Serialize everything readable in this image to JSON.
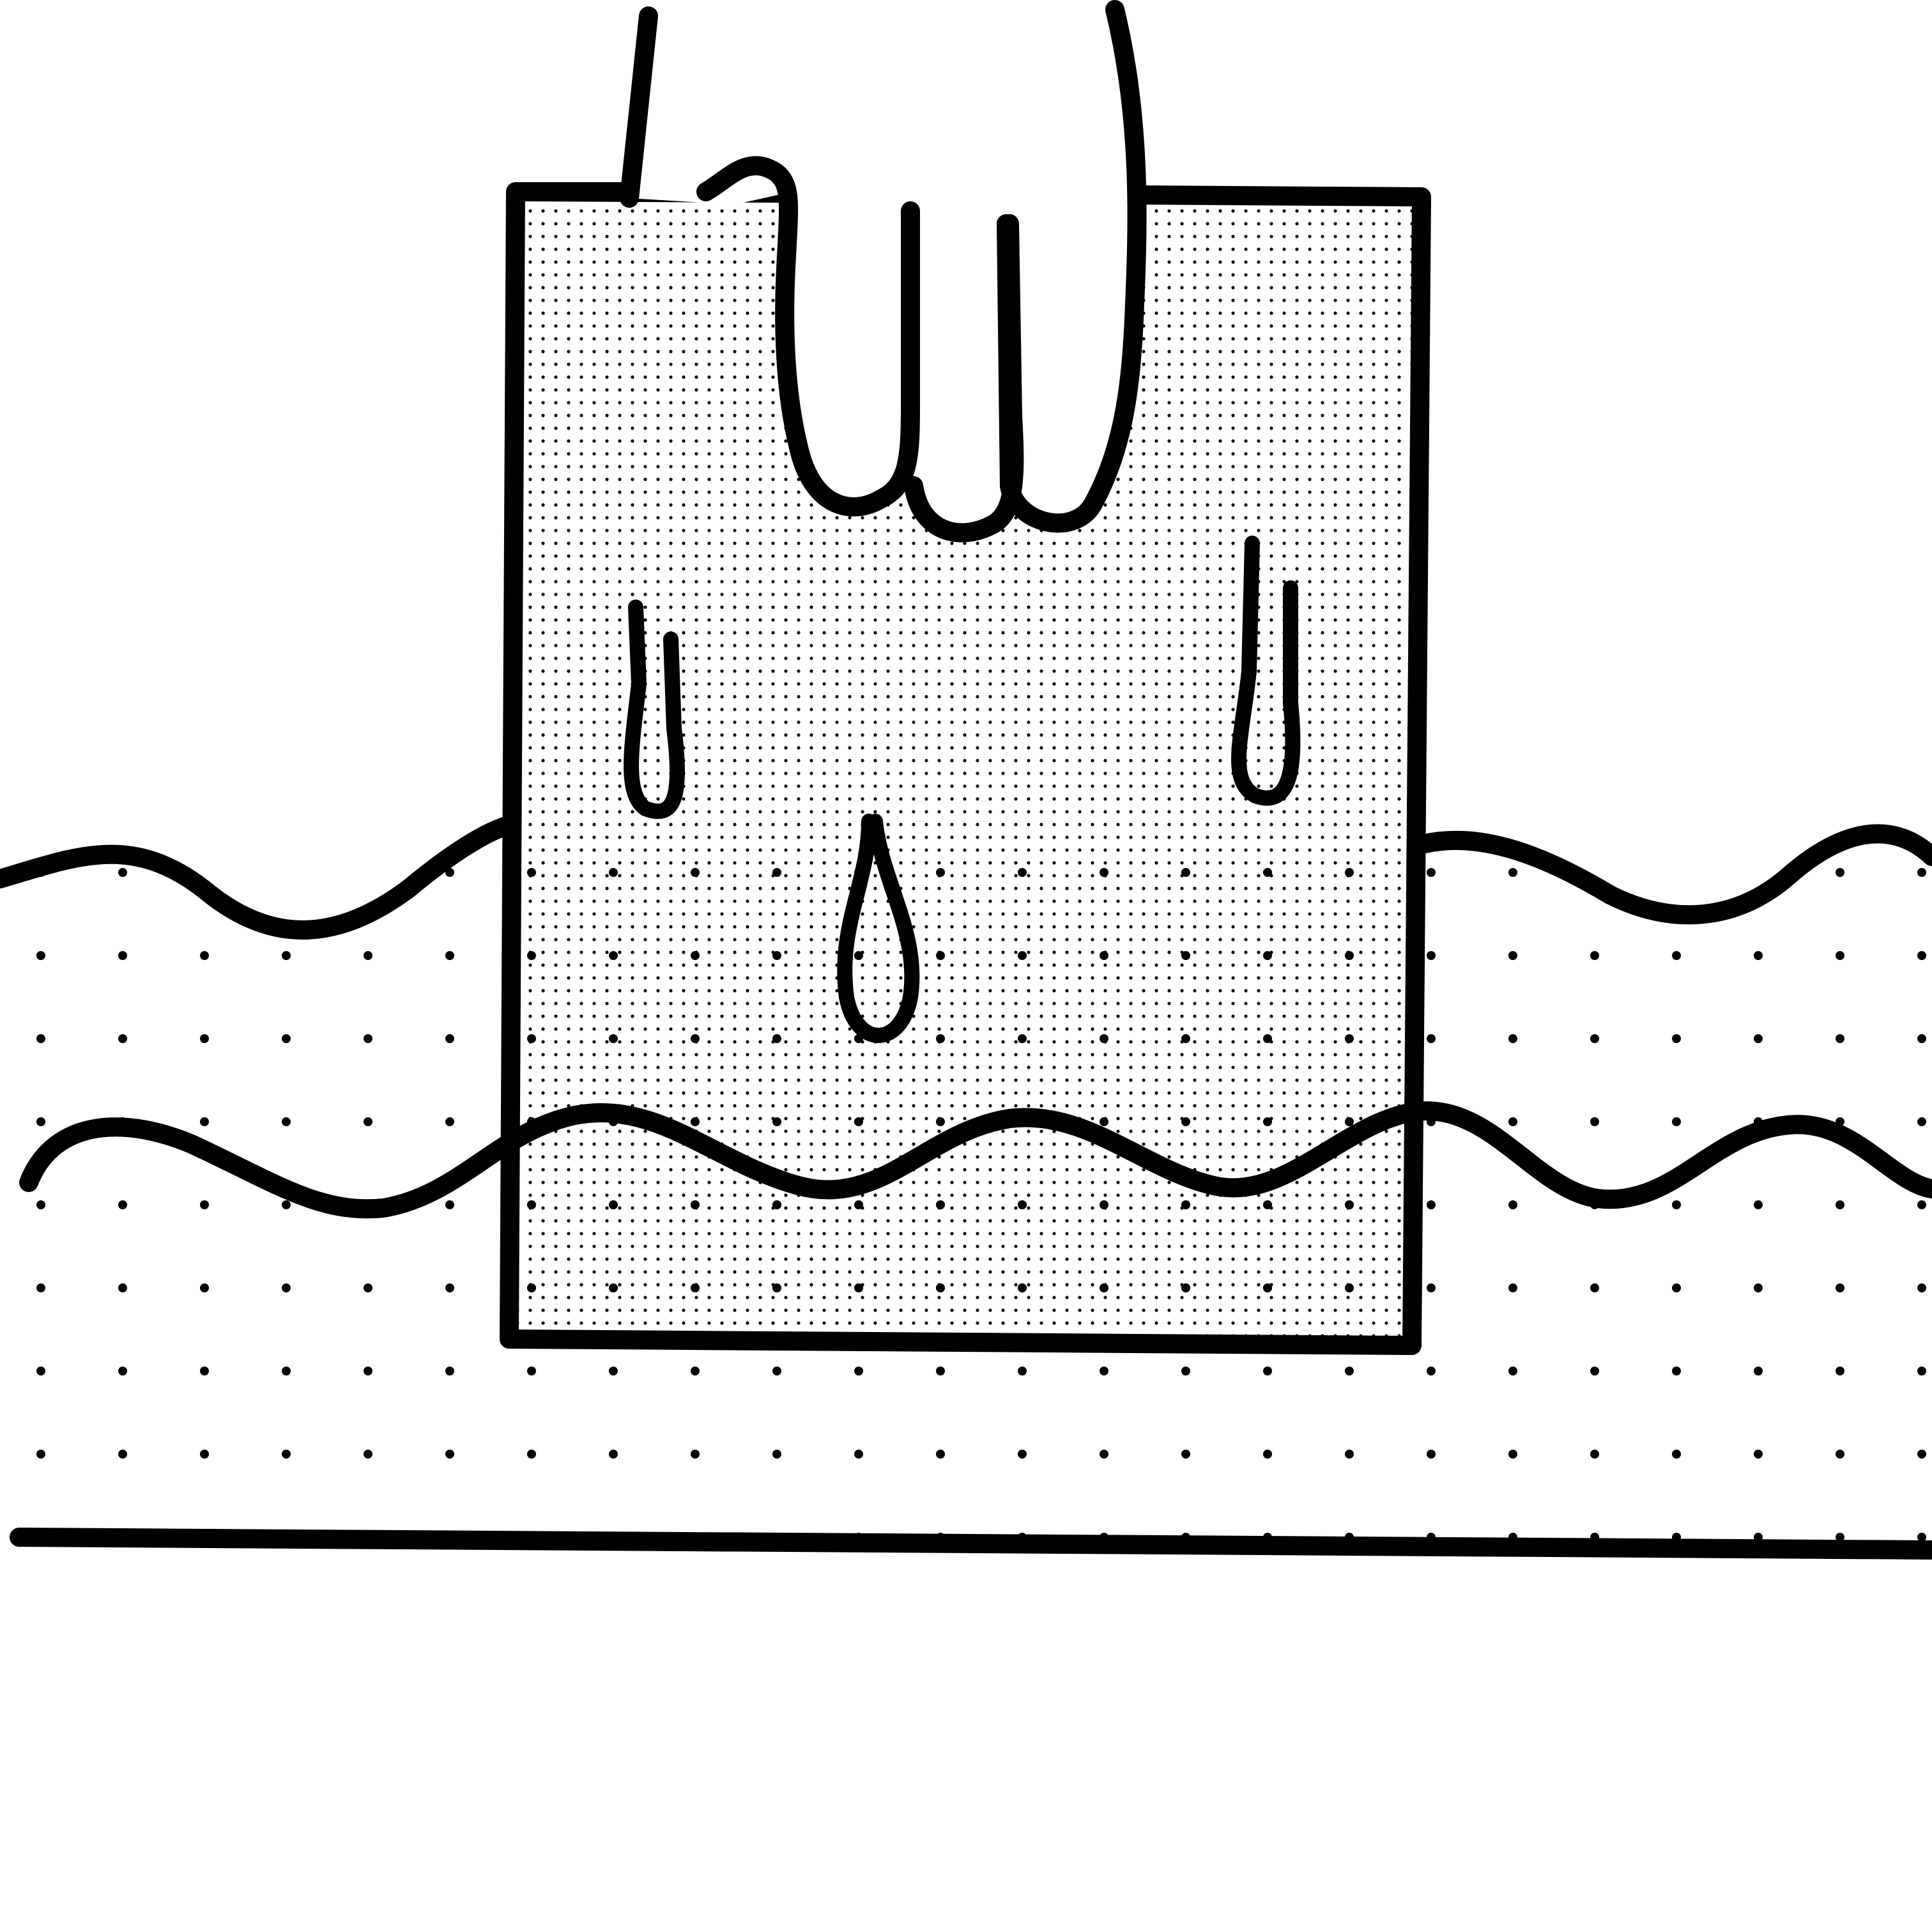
{
  "illustration": {
    "subject": "",
    "colors": {
      "ink": "#000000",
      "paper": "#ffffff",
      "fine_stipple": "#000000",
      "coarse_stipple": "#000000"
    },
    "icons": {
      "hand": "hand-icon",
      "drops": "water-drop-icon",
      "waves": "wave-icon"
    },
    "drop_count": 3,
    "wave_count": 2,
    "finger_count": 3
  }
}
